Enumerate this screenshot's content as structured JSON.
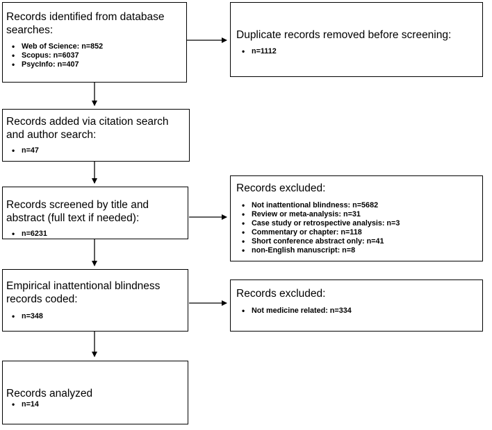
{
  "boxes": {
    "identified": {
      "title": "Records identified from database\nsearches:",
      "items": [
        "Web of Science: n=852",
        "Scopus: n=6037",
        "PsycInfo: n=407"
      ]
    },
    "duplicates": {
      "title": "Duplicate records removed before screening:",
      "items": [
        "n=1112"
      ]
    },
    "added": {
      "title": "Records added via citation search\nand author search:",
      "items": [
        "n=47"
      ]
    },
    "screened": {
      "title": "Records screened by title and\nabstract (full text if needed):",
      "items": [
        "n=6231"
      ]
    },
    "excluded1": {
      "title": "Records excluded:",
      "items": [
        "Not inattentional blindness: n=5682",
        "Review or meta-analysis: n=31",
        "Case study or retrospective analysis: n=3",
        "Commentary or chapter: n=118",
        "Short conference abstract only: n=41",
        "non-English manuscript: n=8"
      ]
    },
    "coded": {
      "title": "Empirical inattentional blindness\nrecords coded:",
      "items": [
        "n=348"
      ]
    },
    "excluded2": {
      "title": "Records excluded:",
      "items": [
        "Not medicine related: n=334"
      ]
    },
    "analyzed": {
      "title": "Records analyzed",
      "items": [
        "n=14"
      ]
    }
  }
}
